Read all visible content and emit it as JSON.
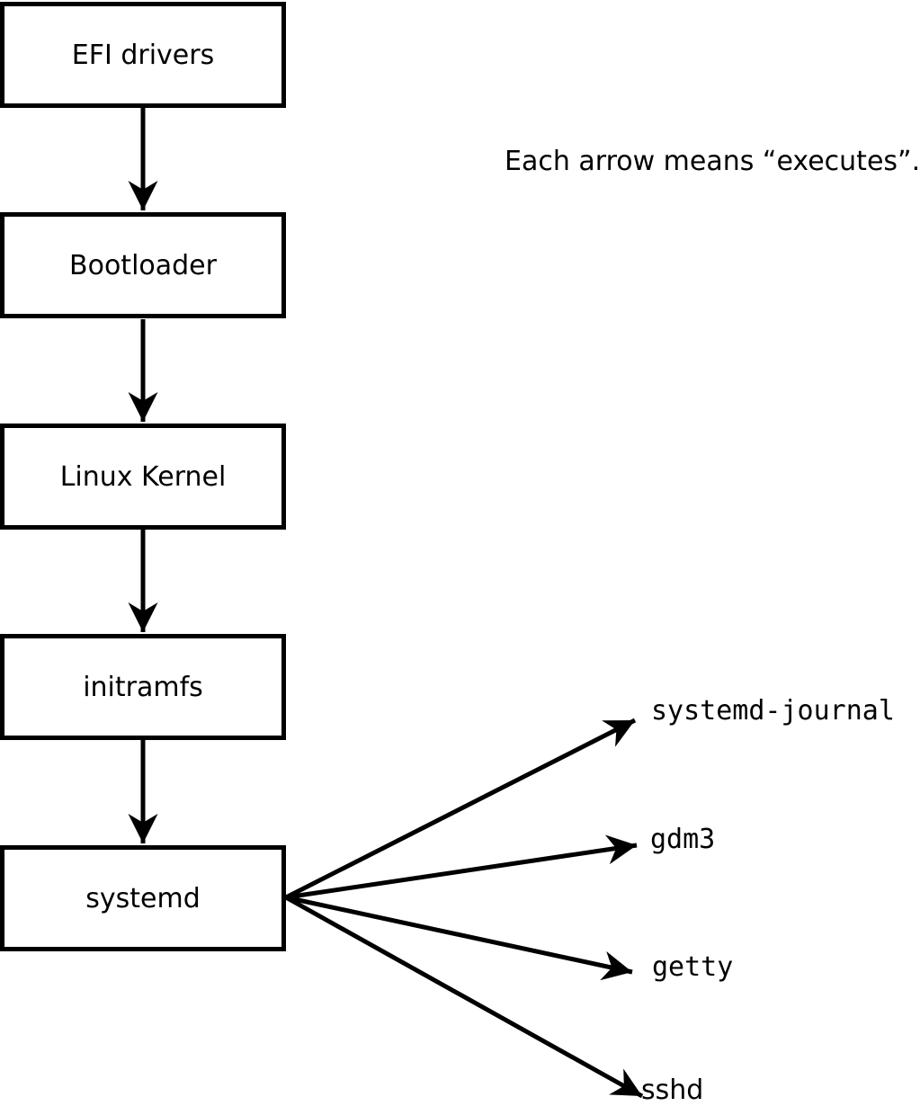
{
  "note": {
    "text": "Each arrow means “executes”."
  },
  "flow": {
    "boxes": [
      {
        "label": "EFI drivers"
      },
      {
        "label": "Bootloader"
      },
      {
        "label": "Linux Kernel"
      },
      {
        "label": "initramfs"
      },
      {
        "label": "systemd"
      }
    ]
  },
  "spawned": [
    {
      "label": "systemd-journal"
    },
    {
      "label": "gdm3"
    },
    {
      "label": "getty"
    },
    {
      "label": "sshd"
    }
  ],
  "colors": {
    "line": "#000000",
    "box_fill": "#ffffff",
    "background": "#ffffff"
  }
}
